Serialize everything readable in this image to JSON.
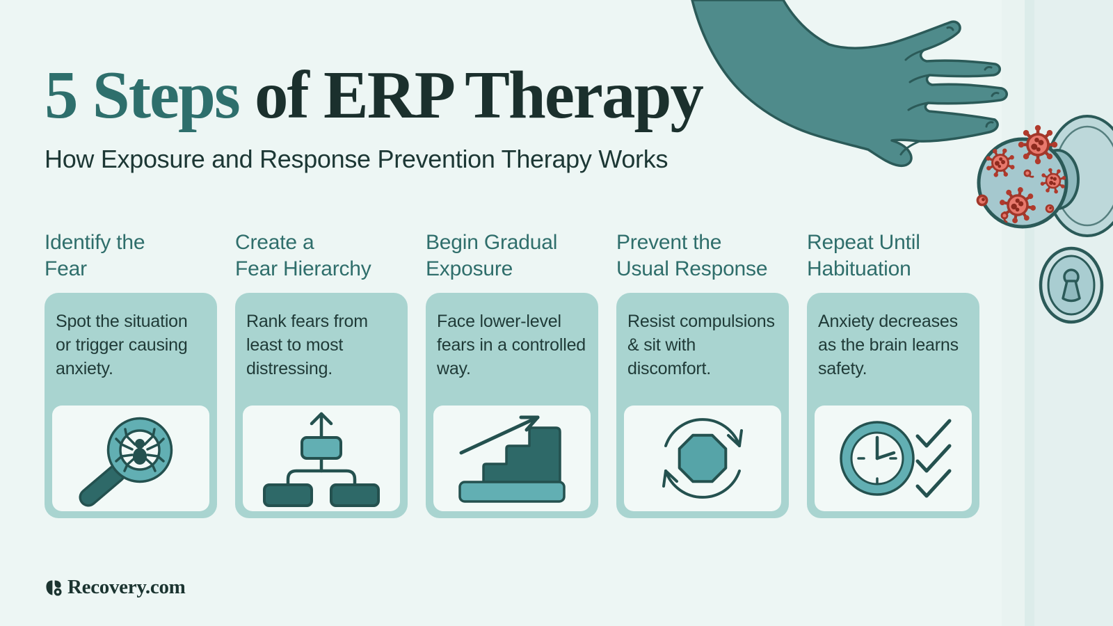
{
  "header": {
    "title_accent": "5 Steps",
    "title_rest": " of ERP Therapy",
    "subtitle": "How Exposure and Response Prevention Therapy Works"
  },
  "steps": [
    {
      "title_line1": "Identify the",
      "title_line2": "Fear",
      "description": "Spot the situation or trigger causing anxiety.",
      "icon": "magnifier-spider"
    },
    {
      "title_line1": "Create a",
      "title_line2": "Fear Hierarchy",
      "description": "Rank fears from least to most distressing.",
      "icon": "fear-hierarchy-tree"
    },
    {
      "title_line1": "Begin Gradual",
      "title_line2": "Exposure",
      "description": "Face lower-level fears in a controlled way.",
      "icon": "ascending-stairs-arrow"
    },
    {
      "title_line1": "Prevent the",
      "title_line2": "Usual Response",
      "description": "Resist compulsions & sit with discomfort.",
      "icon": "stop-octagon-cycle"
    },
    {
      "title_line1": "Repeat Until",
      "title_line2": "Habituation",
      "description": "Anxiety decreases as the brain learns safety.",
      "icon": "clock-checklist"
    }
  ],
  "illustration": {
    "hand": "hand-reaching-for-doorknob",
    "doorknob": "germ-covered-doorknob",
    "keyhole": "keyhole-plate"
  },
  "footer": {
    "brand": "Recovery.com"
  },
  "colors": {
    "background": "#edf6f4",
    "accent_teal": "#2e6f6c",
    "title_ink": "#1b302d",
    "card_bg": "#a9d4d0",
    "tile_bg": "#f2f9f7",
    "icon_teal_dark": "#2e6968",
    "icon_teal_light": "#62afb3",
    "icon_outline": "#24514f",
    "hand_teal": "#4f8b8b",
    "hand_outline": "#2b5a58",
    "virus_red": "#e8796d",
    "virus_dark_red": "#a2372a",
    "knob_face": "#a5c8ce",
    "knob_plate": "#bdd8da"
  }
}
